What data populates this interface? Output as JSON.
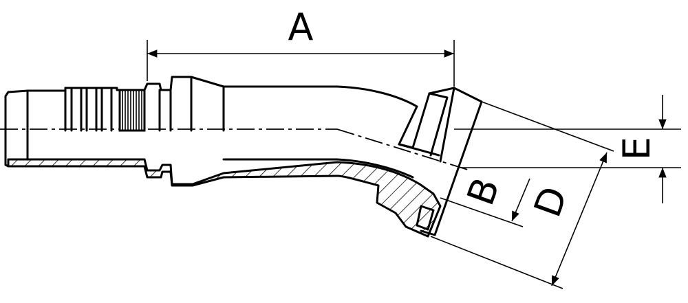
{
  "dimensions": {
    "a": "A",
    "b": "B",
    "d": "D",
    "e": "E"
  }
}
